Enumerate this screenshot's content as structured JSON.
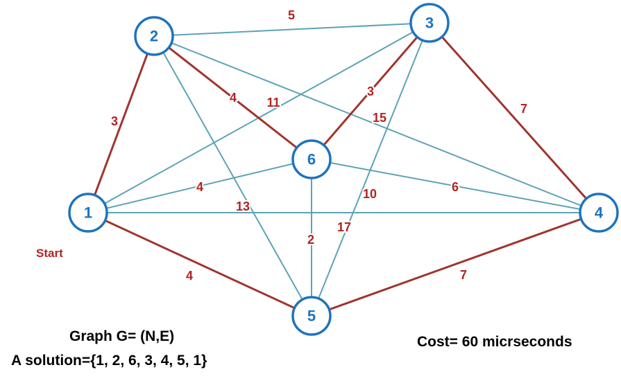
{
  "nodes": [
    {
      "id": "1",
      "label": "1"
    },
    {
      "id": "2",
      "label": "2"
    },
    {
      "id": "3",
      "label": "3"
    },
    {
      "id": "4",
      "label": "4"
    },
    {
      "id": "5",
      "label": "5"
    },
    {
      "id": "6",
      "label": "6"
    }
  ],
  "edges": [
    {
      "from": "1",
      "to": "2",
      "weight": "3",
      "in_solution": true
    },
    {
      "from": "2",
      "to": "6",
      "weight": "4",
      "in_solution": true
    },
    {
      "from": "6",
      "to": "3",
      "weight": "3",
      "in_solution": true
    },
    {
      "from": "3",
      "to": "4",
      "weight": "7",
      "in_solution": true
    },
    {
      "from": "4",
      "to": "5",
      "weight": "7",
      "in_solution": true
    },
    {
      "from": "5",
      "to": "1",
      "weight": "4",
      "in_solution": true
    },
    {
      "from": "2",
      "to": "3",
      "weight": "5",
      "in_solution": false
    },
    {
      "from": "1",
      "to": "3",
      "weight": "11",
      "in_solution": false
    },
    {
      "from": "2",
      "to": "4",
      "weight": "15",
      "in_solution": false
    },
    {
      "from": "1",
      "to": "6",
      "weight": "4",
      "in_solution": false
    },
    {
      "from": "2",
      "to": "5",
      "weight": "13",
      "in_solution": false
    },
    {
      "from": "3",
      "to": "5",
      "weight": "10",
      "in_solution": false
    },
    {
      "from": "6",
      "to": "4",
      "weight": "6",
      "in_solution": false
    },
    {
      "from": "1",
      "to": "4",
      "weight": "17",
      "in_solution": false
    },
    {
      "from": "6",
      "to": "5",
      "weight": "2",
      "in_solution": false
    }
  ],
  "start_label": "Start",
  "caption": {
    "graph": "Graph G= (N,E)",
    "solution": "A solution={1, 2, 6, 3, 4, 5, 1}",
    "cost": "Cost= 60 micrseconds"
  },
  "colors": {
    "node": "#1e73be",
    "solution_edge": "#a0342e",
    "other_edge": "#5ba3b5",
    "weight_text": "#b22222"
  }
}
